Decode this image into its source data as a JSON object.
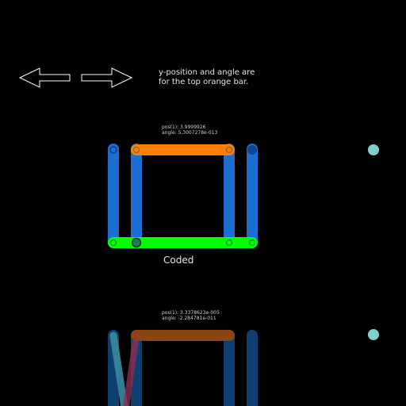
{
  "controls": {
    "left_arrow_icon": "left-arrow-icon",
    "right_arrow_icon": "right-arrow-icon"
  },
  "caption": {
    "line1": "y-position and angle are",
    "line2": "for the top orange bar."
  },
  "simulation_top": {
    "pos_label": "pos(1): 3.9999926",
    "angle_label": "angle: 5.3007278e-013",
    "name": "Coded"
  },
  "simulation_bottom": {
    "pos_label": "pos(1): 3.3378623e-005",
    "angle_label": "angle: -2.284781e-011"
  },
  "colors": {
    "background": "#000000",
    "orange_bar": "#ff8000",
    "green_bar": "#00ff00",
    "blue_bar": "#1a6fd1",
    "marker": "#7fcfcf"
  }
}
